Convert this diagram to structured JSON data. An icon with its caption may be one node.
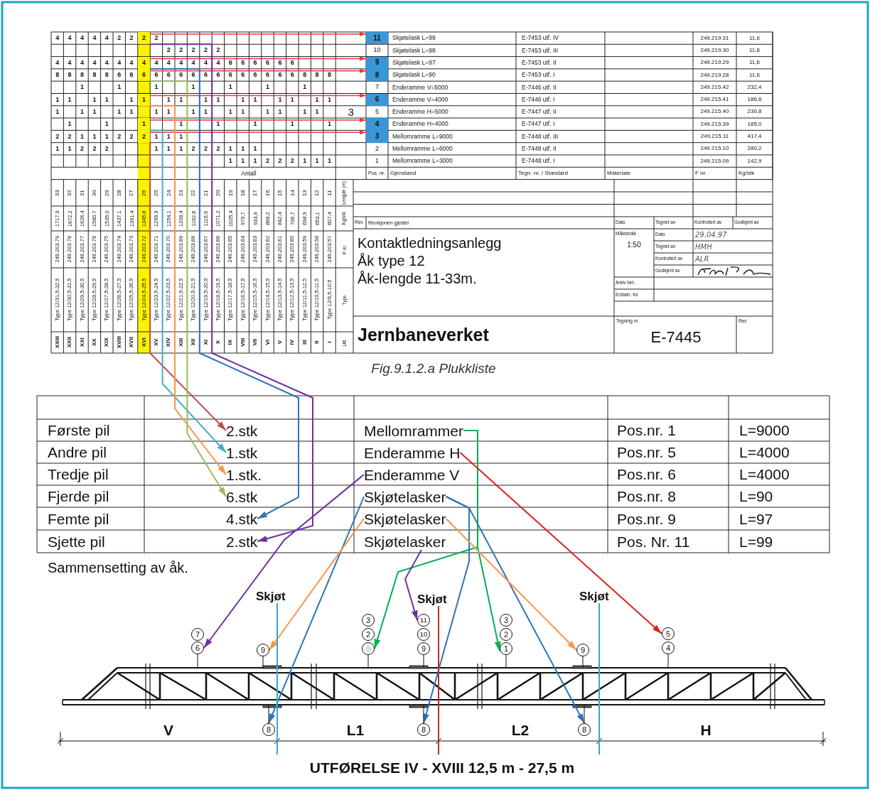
{
  "diagram": {
    "nodes": [
      {
        "text": [
          "2"
        ]
      },
      {
        "text": [
          "11"
        ]
      },
      {
        "text": [
          "4"
        ]
      },
      {
        "text": [
          "9"
        ]
      },
      {
        "text": [
          "6"
        ]
      },
      {
        "text": [
          "8"
        ]
      },
      {
        "text": [
          "1"
        ]
      },
      {
        "text": [
          "6"
        ]
      },
      {
        "text": [
          "1"
        ]
      },
      {
        "text": [
          "4"
        ]
      },
      {
        "text": [
          "2"
        ]
      },
      {
        "text": [
          "3"
        ]
      },
      {
        "text": [
          "2.stk"
        ]
      },
      {
        "text": [
          "Mellomrammer"
        ]
      },
      {
        "text": [
          "1.stk"
        ]
      },
      {
        "text": [
          "Enderamme H"
        ]
      },
      {
        "text": [
          "1.stk."
        ]
      },
      {
        "text": [
          "Enderamme V"
        ]
      },
      {
        "text": [
          "6.stk"
        ]
      },
      {
        "text": [
          "Skjøtelasker"
        ]
      },
      {
        "text": [
          "4.stk"
        ]
      },
      {
        "text": [
          "Skjøtelasker"
        ]
      },
      {
        "text": [
          "2.stk"
        ]
      },
      {
        "text": [
          "Skjøtelasker"
        ]
      },
      {
        "text": [
          "7"
        ]
      },
      {
        "text": [
          "6"
        ]
      },
      {
        "text": [
          "9"
        ]
      },
      {
        "text": [
          "3"
        ]
      },
      {
        "text": [
          "2"
        ]
      },
      {
        "text": [],
        "shape": "circle"
      },
      {
        "text": [
          "11"
        ]
      },
      {
        "text": [
          "10"
        ]
      },
      {
        "text": [
          "9"
        ]
      },
      {
        "text": [
          "3"
        ]
      },
      {
        "text": [
          "2"
        ]
      },
      {
        "text": [
          "1"
        ]
      },
      {
        "text": [
          "9"
        ]
      },
      {
        "text": [
          "5"
        ]
      },
      {
        "text": [
          "4"
        ]
      },
      {
        "text": [
          "8"
        ]
      },
      {
        "text": [
          "8"
        ]
      },
      {
        "text": [
          "8"
        ]
      },
      {
        "text": [
          "Skjøt"
        ]
      },
      {
        "text": [
          "Skjøt"
        ]
      },
      {
        "text": [
          "Skjøt"
        ]
      }
    ],
    "edges": [
      {
        "from": 0,
        "to": 1,
        "arrow": "to",
        "color": "#e8383d"
      },
      {
        "from": 2,
        "to": 3,
        "arrow": "to",
        "color": "#e8383d"
      },
      {
        "from": 4,
        "to": 5,
        "arrow": "to",
        "color": "#e8383d"
      },
      {
        "from": 6,
        "to": 7,
        "arrow": "to",
        "color": "#e8383d"
      },
      {
        "from": 8,
        "to": 9,
        "arrow": "to",
        "color": "#e8383d"
      },
      {
        "from": 10,
        "to": 11,
        "arrow": "to",
        "color": "#e8383d"
      },
      {
        "from": 10,
        "to": 12,
        "arrow": "to",
        "color": "#c0504d"
      },
      {
        "from": 8,
        "to": 14,
        "arrow": "to",
        "color": "#4bacc6"
      },
      {
        "from": 6,
        "to": 16,
        "arrow": "to",
        "color": "#f79646"
      },
      {
        "from": 4,
        "to": 18,
        "arrow": "to",
        "color": "#9bbb59"
      },
      {
        "from": 2,
        "to": 20,
        "arrow": "to",
        "color": "#2e75b6"
      },
      {
        "from": 0,
        "to": 22,
        "arrow": "to",
        "color": "#7030a0"
      },
      {
        "from": 13,
        "to": 29,
        "arrow": "to",
        "color": "#00b050"
      },
      {
        "from": 13,
        "to": 35,
        "arrow": "to",
        "color": "#00b050"
      },
      {
        "from": 15,
        "to": 37,
        "arrow": "to",
        "color": "#e02020"
      },
      {
        "from": 17,
        "to": 25,
        "arrow": "to",
        "color": "#7030a0"
      },
      {
        "from": 19,
        "to": 39,
        "arrow": "to",
        "color": "#2e75b6"
      },
      {
        "from": 19,
        "to": 40,
        "arrow": "to",
        "color": "#2e75b6"
      },
      {
        "from": 19,
        "to": 41,
        "arrow": "to",
        "color": "#2e75b6"
      },
      {
        "from": 21,
        "to": 26,
        "arrow": "to",
        "color": "#f79646"
      },
      {
        "from": 21,
        "to": 36,
        "arrow": "to",
        "color": "#f79646"
      },
      {
        "from": 23,
        "to": 30,
        "arrow": "to",
        "color": "#7030a0"
      },
      {
        "from": 25,
        "to": null,
        "arrow": "none"
      },
      {
        "from": 26,
        "to": null,
        "arrow": "none"
      },
      {
        "from": 29,
        "to": null,
        "arrow": "none"
      },
      {
        "from": 32,
        "to": null,
        "arrow": "none"
      },
      {
        "from": 35,
        "to": null,
        "arrow": "none"
      },
      {
        "from": 36,
        "to": null,
        "arrow": "none"
      },
      {
        "from": 38,
        "to": null,
        "arrow": "none"
      },
      {
        "from": 39,
        "to": null,
        "arrow": "none"
      },
      {
        "from": 40,
        "to": null,
        "arrow": "none"
      },
      {
        "from": 41,
        "to": null,
        "arrow": "none"
      },
      {
        "from": 42,
        "to": null,
        "arrow": "none",
        "color": "#31a9d1"
      },
      {
        "from": 43,
        "to": null,
        "arrow": "none",
        "color": "#c0272d"
      },
      {
        "from": 44,
        "to": null,
        "arrow": "none",
        "color": "#31a9d1"
      }
    ],
    "labels": [
      "4",
      "4",
      "4",
      "4",
      "4",
      "2",
      "2",
      "2",
      "Skjøtelask L=99",
      "E-7453 utf. IV",
      "249.219.31",
      "11,6",
      "2",
      "2",
      "2",
      "2",
      "2",
      "10",
      "Skjøtelask L=98",
      "E-7453 utf. III",
      "249.219.30",
      "11,6",
      "4",
      "4",
      "4",
      "4",
      "4",
      "4",
      "4",
      "4",
      "4",
      "4",
      "4",
      "4",
      "4",
      "6",
      "6",
      "6",
      "6",
      "6",
      "6",
      "Skjøtelask L=97",
      "E-7453 utf. II",
      "249.219.29",
      "11,6",
      "8",
      "8",
      "8",
      "8",
      "8",
      "6",
      "6",
      "6",
      "6",
      "6",
      "6",
      "6",
      "6",
      "6",
      "6",
      "6",
      "6",
      "6",
      "6",
      "8",
      "8",
      "8",
      "Skjøtelask L=90",
      "E-7453 utf. I",
      "249.219.28",
      "11,6",
      "1",
      "1",
      "1",
      "1",
      "1",
      "1",
      "1",
      "7",
      "Enderamme V=5000",
      "E-7446 utf. II",
      "249.215.42",
      "232,4",
      "1",
      "1",
      "1",
      "1",
      "1",
      "1",
      "1",
      "1",
      "1",
      "1",
      "1",
      "1",
      "1",
      "1",
      "1",
      "Enderamme V=4000",
      "E-7446 utf. I",
      "249.215.41",
      "186,6",
      "1",
      "1",
      "1",
      "1",
      "1",
      "1",
      "1",
      "1",
      "1",
      "1",
      "1",
      "1",
      "1",
      "1",
      "1",
      "3",
      "5",
      "Enderamme H=5000",
      "E-7447 utf. II",
      "249.215.40",
      "230,8",
      "1",
      "1",
      "1",
      "1",
      "1",
      "1",
      "1",
      "Enderamme H=4000",
      "E-7447 utf. I",
      "249.215.39",
      "185,0",
      "2",
      "2",
      "1",
      "1",
      "1",
      "2",
      "2",
      "1",
      "1",
      "1",
      "Mellomramme L=9000",
      "E-7448 utf. III",
      "249.215.11",
      "417,4",
      "1",
      "1",
      "2",
      "2",
      "2",
      "1",
      "1",
      "1",
      "2",
      "2",
      "2",
      "1",
      "1",
      "1",
      "2",
      "Mellomramme L=6000",
      "E-7448 utf. II",
      "249.215.10",
      "280,2",
      "1",
      "1",
      "1",
      "2",
      "2",
      "2",
      "1",
      "1",
      "1",
      "1",
      "Mellomramme L=3000",
      "E-7448 utf. I",
      "249.215.09",
      "142,9",
      "Antall",
      "Pos. nr.",
      "Gjenstand",
      "Tegn. nr. / Standard",
      "Materiale",
      "F nr.",
      "Kg/stk",
      "33",
      "32",
      "31",
      "30",
      "29",
      "28",
      "27",
      "26",
      "25",
      "24",
      "23",
      "22",
      "21",
      "20",
      "19",
      "18",
      "17",
      "16",
      "15",
      "14",
      "13",
      "12",
      "11",
      "Lengde (m)",
      "1717,9",
      "1672,2",
      "1626,4",
      "1580,7",
      "1535,0",
      "1437,1",
      "1391,4",
      "1345,6",
      "1299,9",
      "1254,1",
      "1208,4",
      "1162,6",
      "1116,9",
      "1071,2",
      "1025,4",
      "979,7",
      "933,9",
      "888,2",
      "842,4",
      "796,7",
      "698,9",
      "653,1",
      "607,4",
      "Kg/stk",
      "249.203.79",
      "249.203.78",
      "249.203.77",
      "249.203.76",
      "249.203.75",
      "249.203.74",
      "249.203.73",
      "249.203.72",
      "249.203.71",
      "249.203.70",
      "249.203.69",
      "249.203.68",
      "249.203.67",
      "249.203.66",
      "249.203.65",
      "249.203.64",
      "249.203.63",
      "249.203.62",
      "249.203.61",
      "249.203.60",
      "249.203.59",
      "249.203.58",
      "249.203.57",
      "F nr.",
      "Type 12/31,5-32,5",
      "Type 12/30,5-31,5",
      "Type 12/29,5-30,5",
      "Type 12/28,5-29,5",
      "Type 12/27,5-28,5",
      "Type 12/26,5-27,5",
      "Type 12/25,5-26,5",
      "Type 12/24,5-25,5",
      "Type 12/23,5-24,5",
      "Type 12/22,5-23,5",
      "Type 12/21,5-22,5",
      "Type 12/20,5-21,5",
      "Type 12/19,5-20,5",
      "Type 12/18,5-19,5",
      "Type 12/17,5-18,5",
      "Type 12/16,5-17,5",
      "Type 12/15,5-16,5",
      "Type 12/14,5-15,5",
      "Type 12/13,5-14,5",
      "Type 12/12,5-13,5",
      "Type 12/11,5-12,5",
      "Type 12/10,5-11,5",
      "Type 12/9,5-10,5",
      "Type",
      "XXIII",
      "XXII",
      "XXI",
      "XX",
      "XIX",
      "XVIII",
      "XVII",
      "XVI",
      "XV",
      "XIV",
      "XIII",
      "XII",
      "XI",
      "X",
      "IX",
      "VIII",
      "VII",
      "VI",
      "V",
      "IV",
      "III",
      "II",
      "I",
      "Utf.",
      "Rev.",
      "Revisjonen gjelder",
      "Dato",
      "Tegnet av",
      "Kontrollert av",
      "Godkjent av",
      "Kontaktledningsanlegg",
      "Åk type 12",
      "Åk-lengde 11-33m.",
      "Målestokk",
      "1:50",
      "Dato",
      "29.04.97",
      "Tegnet av",
      "HMH",
      "Kontrollert av",
      "ALR",
      "Godkjent av",
      "Arkiv bet.",
      "Erstatn. for",
      "Jernbaneverket",
      "Tegning nr",
      "E-7445",
      "Rev",
      "Fig.9.1.2.a Plukkliste",
      "Første pil",
      "Pos.nr. 1",
      "L=9000",
      "Andre pil",
      "Pos.nr. 5",
      "L=4000",
      "Tredje pil",
      "Pos.nr. 6",
      "L=4000",
      "Fjerde pil",
      "Pos.nr. 8",
      "L=90",
      "Femte pil",
      "Pos.nr. 9",
      "L=97",
      "Sjette pil",
      "Pos. Nr. 11",
      "L=99",
      "Sammensetting av åk.",
      "V",
      "L1",
      "L2",
      "H",
      "UTFØRELSE IV - XVIII 12,5 m - 27,5 m"
    ]
  }
}
